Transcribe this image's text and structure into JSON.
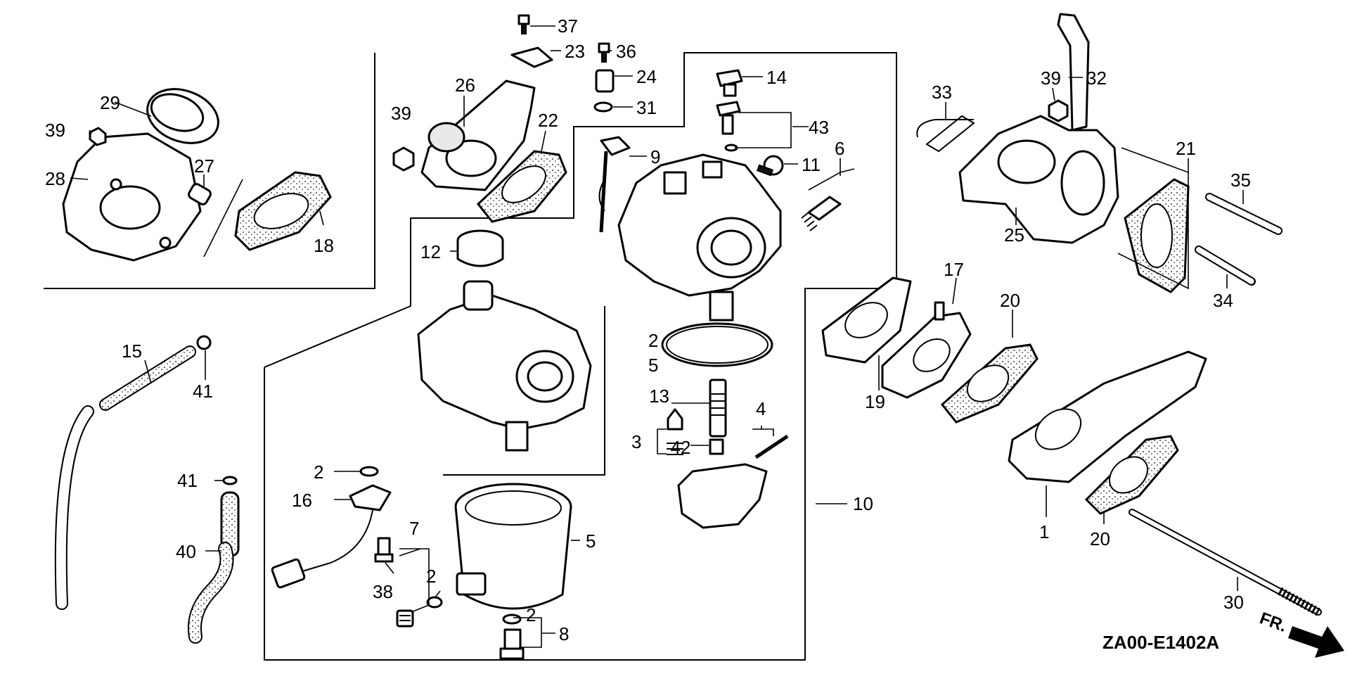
{
  "diagram_code": "ZA00-E1402A",
  "direction_label": "FR.",
  "part_numbers": {
    "p1": "1",
    "p2a": "2",
    "p2b": "2",
    "p2c": "2",
    "p2d": "2",
    "p3": "3",
    "p4": "4",
    "p5a": "5",
    "p5b": "5",
    "p6": "6",
    "p7": "7",
    "p8": "8",
    "p9": "9",
    "p10": "10",
    "p11": "11",
    "p12": "12",
    "p13": "13",
    "p14": "14",
    "p15": "15",
    "p16": "16",
    "p17": "17",
    "p18": "18",
    "p19": "19",
    "p20a": "20",
    "p20b": "20",
    "p21": "21",
    "p22": "22",
    "p23": "23",
    "p24": "24",
    "p25": "25",
    "p26": "26",
    "p27": "27",
    "p28": "28",
    "p29": "29",
    "p30": "30",
    "p31": "31",
    "p32": "32",
    "p33": "33",
    "p34": "34",
    "p35": "35",
    "p36": "36",
    "p37": "37",
    "p38": "38",
    "p39a": "39",
    "p39b": "39",
    "p39c": "39",
    "p40": "40",
    "p41a": "41",
    "p41b": "41",
    "p42": "42",
    "p43": "43"
  }
}
